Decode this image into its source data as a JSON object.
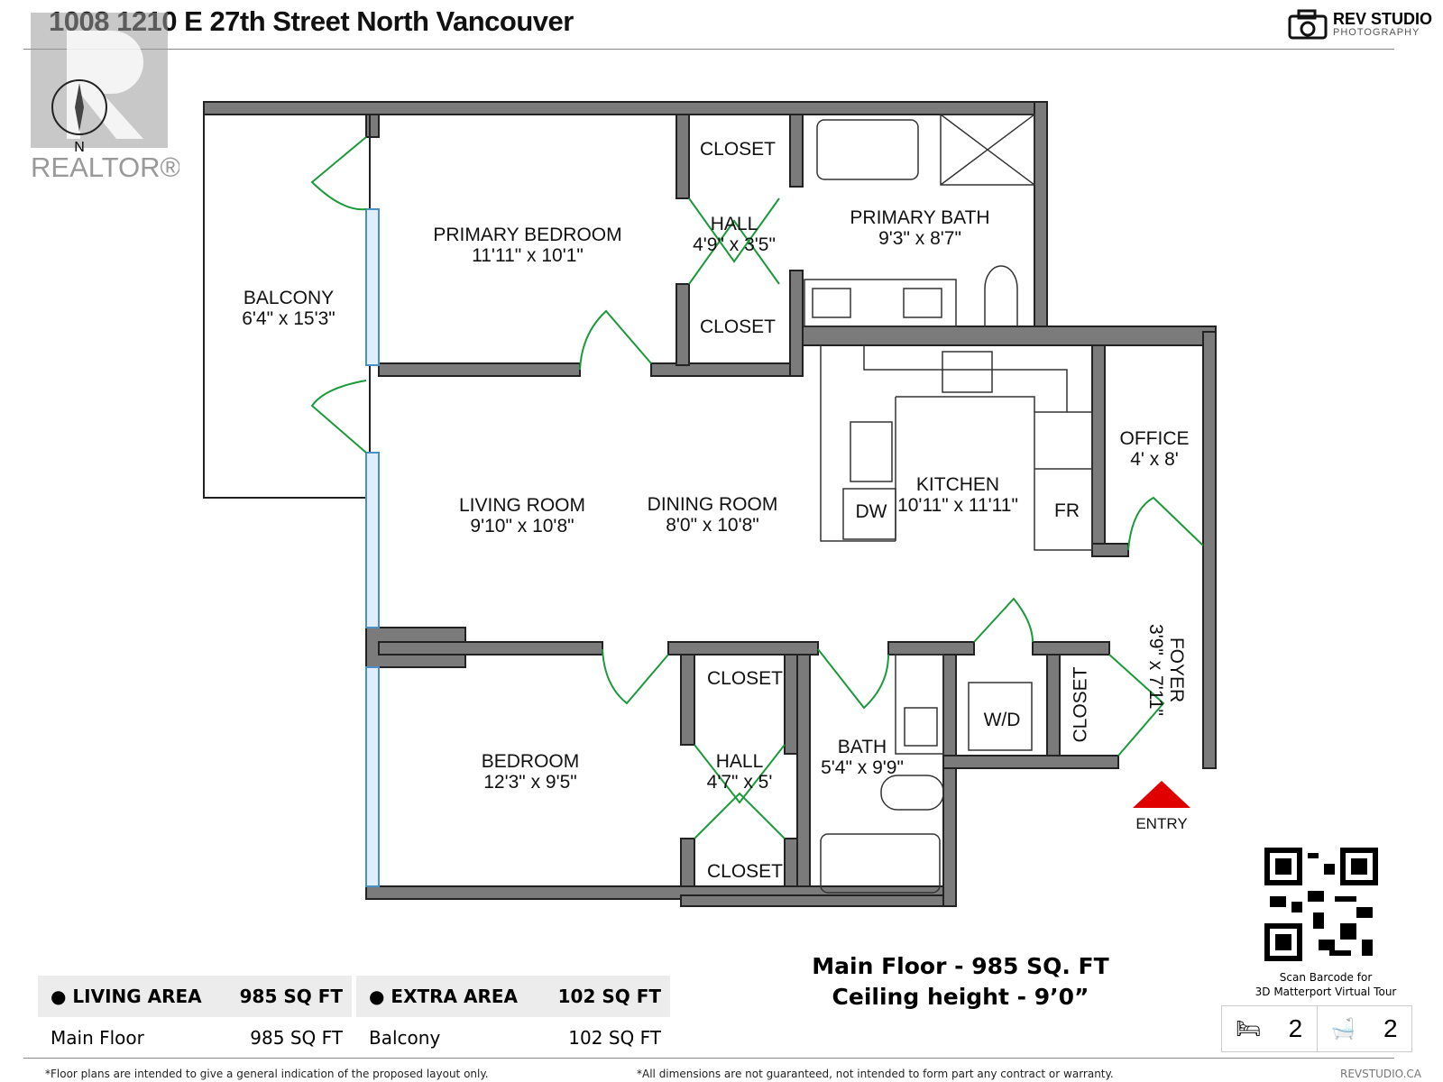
{
  "title": "1008 1210 E 27th Street North Vancouver",
  "brand": {
    "name": "REV STUDIO",
    "sub": "PHOTOGRAPHY"
  },
  "realtor_logo": "REALTOR®",
  "compass": "N",
  "rooms": {
    "balcony": {
      "name": "BALCONY",
      "dim": "6'4\" x 15'3\""
    },
    "primary_bedroom": {
      "name": "PRIMARY BEDROOM",
      "dim": "11'11\" x 10'1\""
    },
    "closet_1": "CLOSET",
    "closet_2": "CLOSET",
    "hall_1": {
      "name": "HALL",
      "dim": "4'9\" x 3'5\""
    },
    "primary_bath": {
      "name": "PRIMARY BATH",
      "dim": "9'3\" x 8'7\""
    },
    "living_room": {
      "name": "LIVING ROOM",
      "dim": "9'10\" x 10'8\""
    },
    "dining_room": {
      "name": "DINING ROOM",
      "dim": "8'0\" x 10'8\""
    },
    "kitchen": {
      "name": "KITCHEN",
      "dim": "10'11\" x 11'11\""
    },
    "dw": "DW",
    "fr": "FR",
    "office": {
      "name": "OFFICE",
      "dim": "4' x 8'"
    },
    "foyer": {
      "name": "FOYER",
      "dim": "3'9\" x 7'11\""
    },
    "bedroom": {
      "name": "BEDROOM",
      "dim": "12'3\" x 9'5\""
    },
    "closet_3": "CLOSET",
    "closet_4": "CLOSET",
    "hall_2": {
      "name": "HALL",
      "dim": "4'7\" x 5'"
    },
    "bath": {
      "name": "BATH",
      "dim": "5'4\" x 9'9\""
    },
    "wd": "W/D",
    "closet_5": "CLOSET",
    "entry": "ENTRY"
  },
  "colors": {
    "wall": "#7b7b7b",
    "door": "#1a9a3a",
    "window": "#4a90c8",
    "entry": "#e00000"
  },
  "living_area": {
    "label": "LIVING AREA",
    "total": "985 SQ FT",
    "rows": [
      {
        "name": "Main Floor",
        "value": "985 SQ FT"
      }
    ]
  },
  "extra_area": {
    "label": "EXTRA AREA",
    "total": "102 SQ FT",
    "rows": [
      {
        "name": "Balcony",
        "value": "102 SQ FT"
      }
    ]
  },
  "summary": {
    "line1": "Main Floor - 985 SQ. FT",
    "line2": "Ceiling height - 9’0”"
  },
  "qr_caption": {
    "line1": "Scan Barcode for",
    "line2": "3D Matterport Virtual Tour"
  },
  "counts": {
    "bedrooms": "2",
    "bathrooms": "2"
  },
  "footer": {
    "left": "*Floor plans are intended to give a general indication of the proposed layout only.",
    "middle": "*All dimensions are not guaranteed, not intended to form part any contract or warranty.",
    "right": "REVSTUDIO.CA"
  }
}
